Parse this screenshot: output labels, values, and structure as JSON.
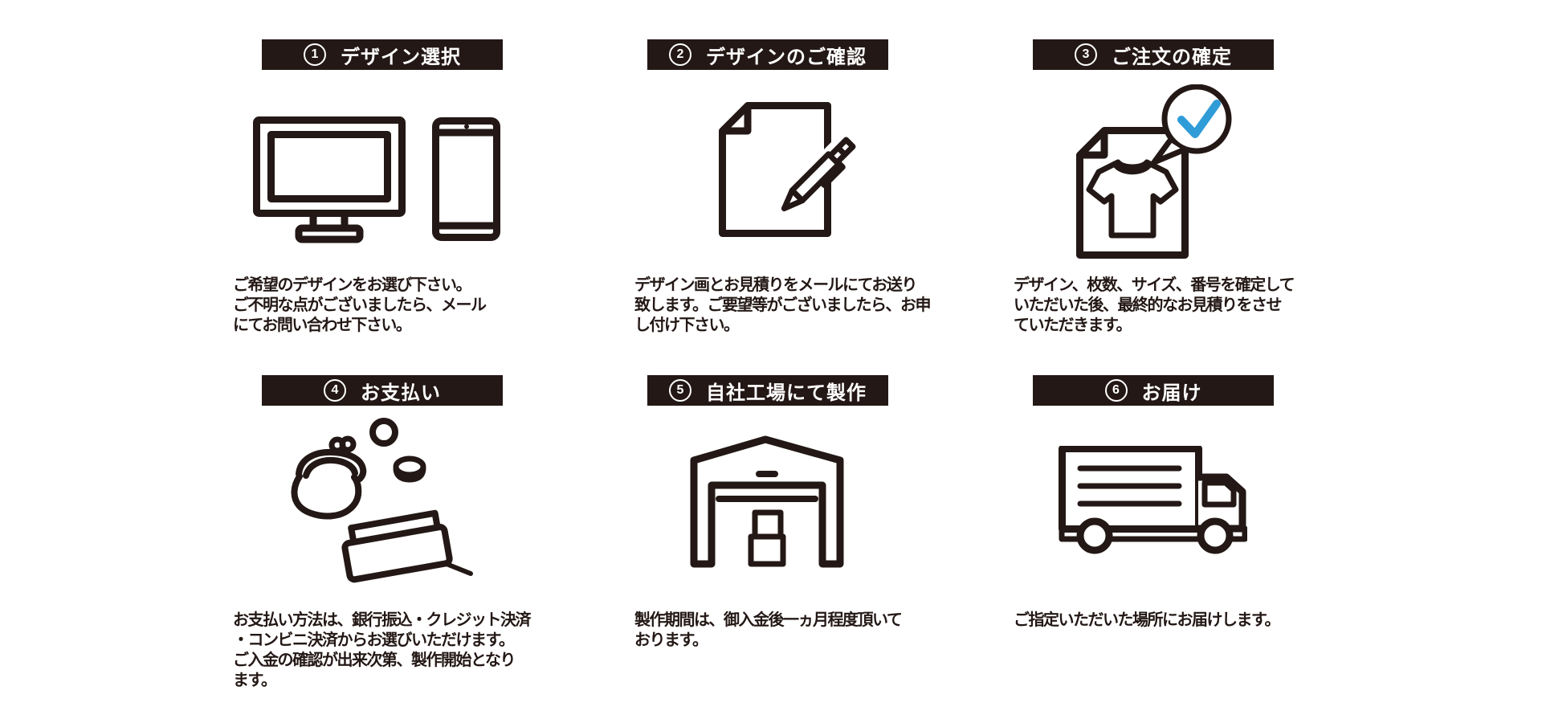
{
  "page": {
    "background": "#ffffff",
    "ink_color": "#231815",
    "check_blue": "#2F9CD8"
  },
  "steps": [
    {
      "number": "1",
      "title": "デザイン選択",
      "icon": "desktop-and-smartphone",
      "desc_lines": [
        "ご希望のデザインをお選び下さい。",
        "ご不明な点がございましたら、メール",
        "にてお問い合わせ下さい。"
      ]
    },
    {
      "number": "2",
      "title": "デザインのご確認",
      "icon": "document-and-pen",
      "desc_lines": [
        "デザイン画とお見積りをメールにてお送り",
        "致します。ご要望等がございましたら、お申",
        "し付け下さい。"
      ]
    },
    {
      "number": "3",
      "title": "ご注文の確定",
      "icon": "tshirt-document-with-check",
      "desc_lines": [
        "デザイン、枚数、サイズ、番号を確定して",
        "いただいた後、最終的なお見積りをさせ",
        "ていただきます。"
      ]
    },
    {
      "number": "4",
      "title": "お支払い",
      "icon": "coin-purse-and-payment",
      "desc_lines": [
        "お支払い方法は、銀行振込・クレジット決済",
        "・コンビニ決済からお選びいただけます。",
        "ご入金の確認が出来次第、製作開始となり",
        "ます。"
      ]
    },
    {
      "number": "5",
      "title": "自社工場にて製作",
      "icon": "factory-warehouse",
      "desc_lines": [
        "製作期間は、御入金後一ヵ月程度頂いて",
        "おります。"
      ]
    },
    {
      "number": "6",
      "title": "お届け",
      "icon": "delivery-truck",
      "desc_lines": [
        "ご指定いただいた場所にお届けします。"
      ]
    }
  ]
}
